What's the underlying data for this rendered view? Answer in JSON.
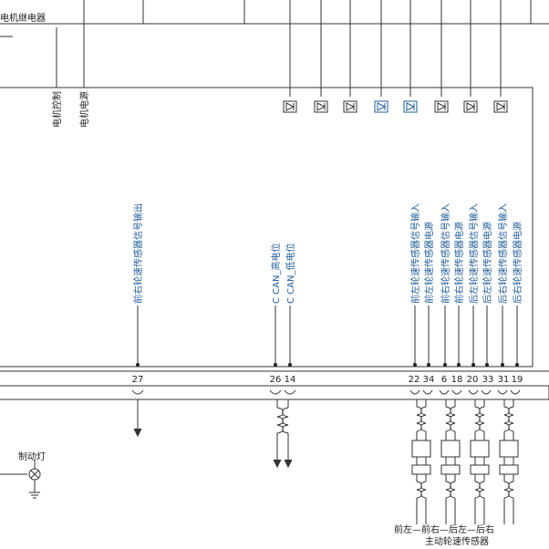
{
  "labels": {
    "motor_relay": "电机继电器",
    "motor_control": "电机控制",
    "motor_power": "电机电源",
    "brake_light": "制动灯"
  },
  "signal_labels": {
    "fr_speed_output": "前右轮速传感器信号输出",
    "can_high": "C CAN_高电位",
    "can_low": "C CAN_低电位",
    "fl_signal_in": "前左轮速传感器信号输入",
    "fl_supply": "前左轮速传感器电源",
    "fr_signal_in": "前右轮速传感器信号输入",
    "fr_supply": "前右轮速传感器电源",
    "rl_signal_in": "后左轮速传感器信号输入",
    "rl_supply": "后左轮速传感器电源",
    "rr_signal_in": "后右轮速传感器信号输入",
    "rr_supply": "后右轮速传感器电源"
  },
  "pins": {
    "p27": "27",
    "p26": "26",
    "p14": "14",
    "p22": "22",
    "p34": "34",
    "p6": "6",
    "p18": "18",
    "p20": "20",
    "p33": "33",
    "p31": "31",
    "p19": "19"
  },
  "bottom": {
    "sensors_row": "前左—前右—后左—后右",
    "sensors_title": "主动轮速传感器"
  }
}
